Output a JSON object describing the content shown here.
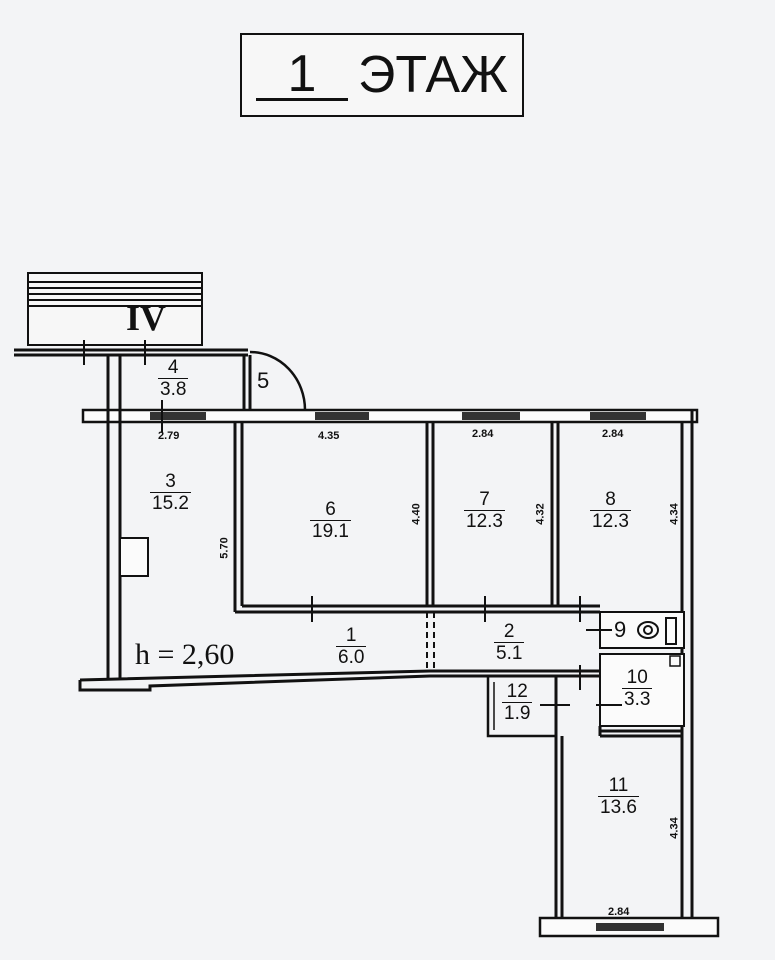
{
  "title": {
    "floor_number": "1",
    "floor_word": "ЭТАЖ"
  },
  "stair_label": "IV",
  "ceiling_height": "h = 2,60",
  "rooms": [
    {
      "id": "r1",
      "num": "1",
      "area": "6.0"
    },
    {
      "id": "r2",
      "num": "2",
      "area": "5.1"
    },
    {
      "id": "r3",
      "num": "3",
      "area": "15.2"
    },
    {
      "id": "r4",
      "num": "4",
      "area": "3.8"
    },
    {
      "id": "r5",
      "num": "5"
    },
    {
      "id": "r6",
      "num": "6",
      "area": "19.1"
    },
    {
      "id": "r7",
      "num": "7",
      "area": "12.3"
    },
    {
      "id": "r8",
      "num": "8",
      "area": "12.3"
    },
    {
      "id": "r9",
      "num": "9"
    },
    {
      "id": "r10",
      "num": "10",
      "area": "3.3"
    },
    {
      "id": "r11",
      "num": "11",
      "area": "13.6"
    },
    {
      "id": "r12",
      "num": "12",
      "area": "1.9"
    }
  ],
  "dimensions": {
    "d279": "2.79",
    "d435": "4.35",
    "d284a": "2.84",
    "d284b": "2.84",
    "d570": "5.70",
    "d440": "4.40",
    "d432": "4.32",
    "d434a": "4.34",
    "d434b": "4.34",
    "d284c": "2.84"
  }
}
